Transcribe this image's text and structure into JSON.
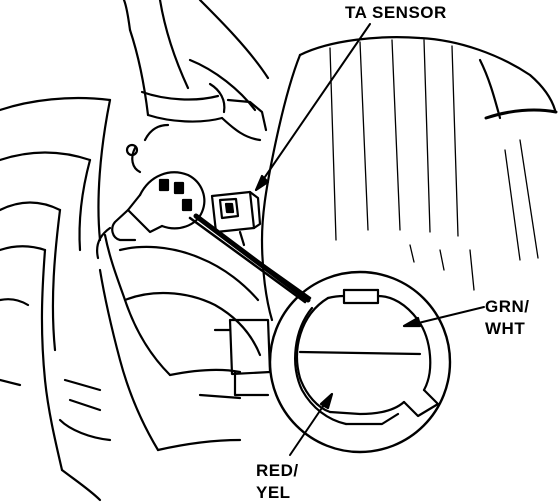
{
  "labels": {
    "ta_sensor": "TA SENSOR",
    "grn_wht_line1": "GRN/",
    "grn_wht_line2": "WHT",
    "red_yel_line1": "RED/",
    "red_yel_line2": "YEL"
  },
  "colors": {
    "ink": "#000000",
    "paper": "#ffffff"
  }
}
